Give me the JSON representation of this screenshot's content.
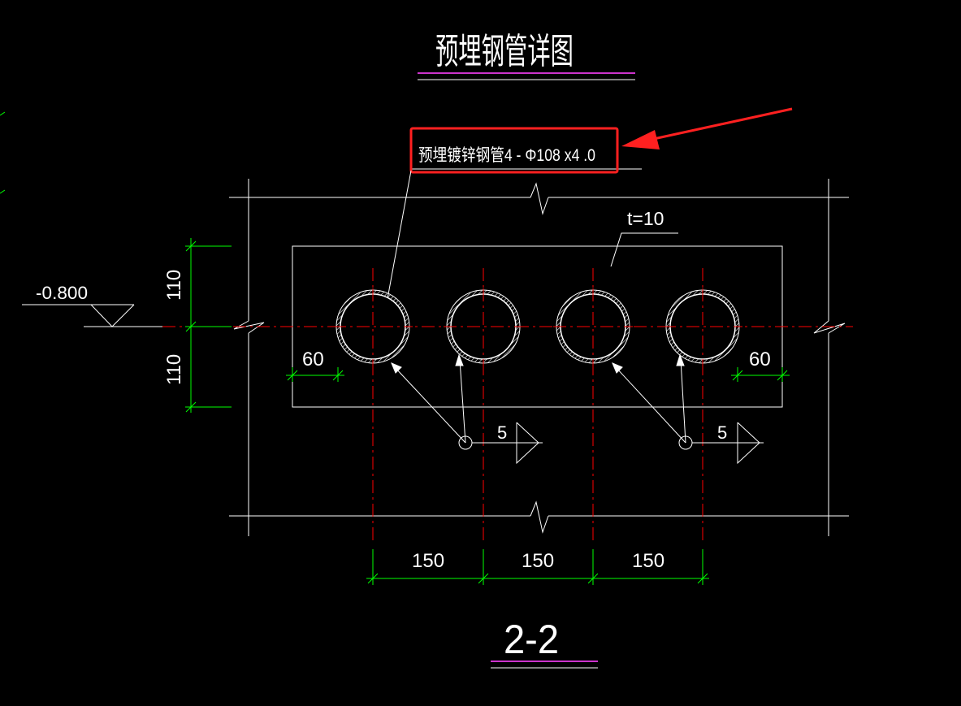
{
  "drawing": {
    "title": "预埋钢管详图",
    "pipe_label": "预埋镀锌钢管4 - Φ108 x4 .0",
    "plate_thickness": "t=10",
    "elevation": "-0.800",
    "weld_size_left": "5",
    "weld_size_right": "5",
    "dim_top_110": "110",
    "dim_bottom_110": "110",
    "dim_edge_left_60": "60",
    "dim_edge_right_60": "60",
    "dim_spacing": [
      "150",
      "150",
      "150"
    ],
    "section_label": "2-2"
  },
  "colors": {
    "background": "#000000",
    "lines": "#ffffff",
    "centerline": "#ff0000",
    "dimension": "#00ff00",
    "underline": "#cc33cc",
    "highlight": "#ff2020"
  }
}
